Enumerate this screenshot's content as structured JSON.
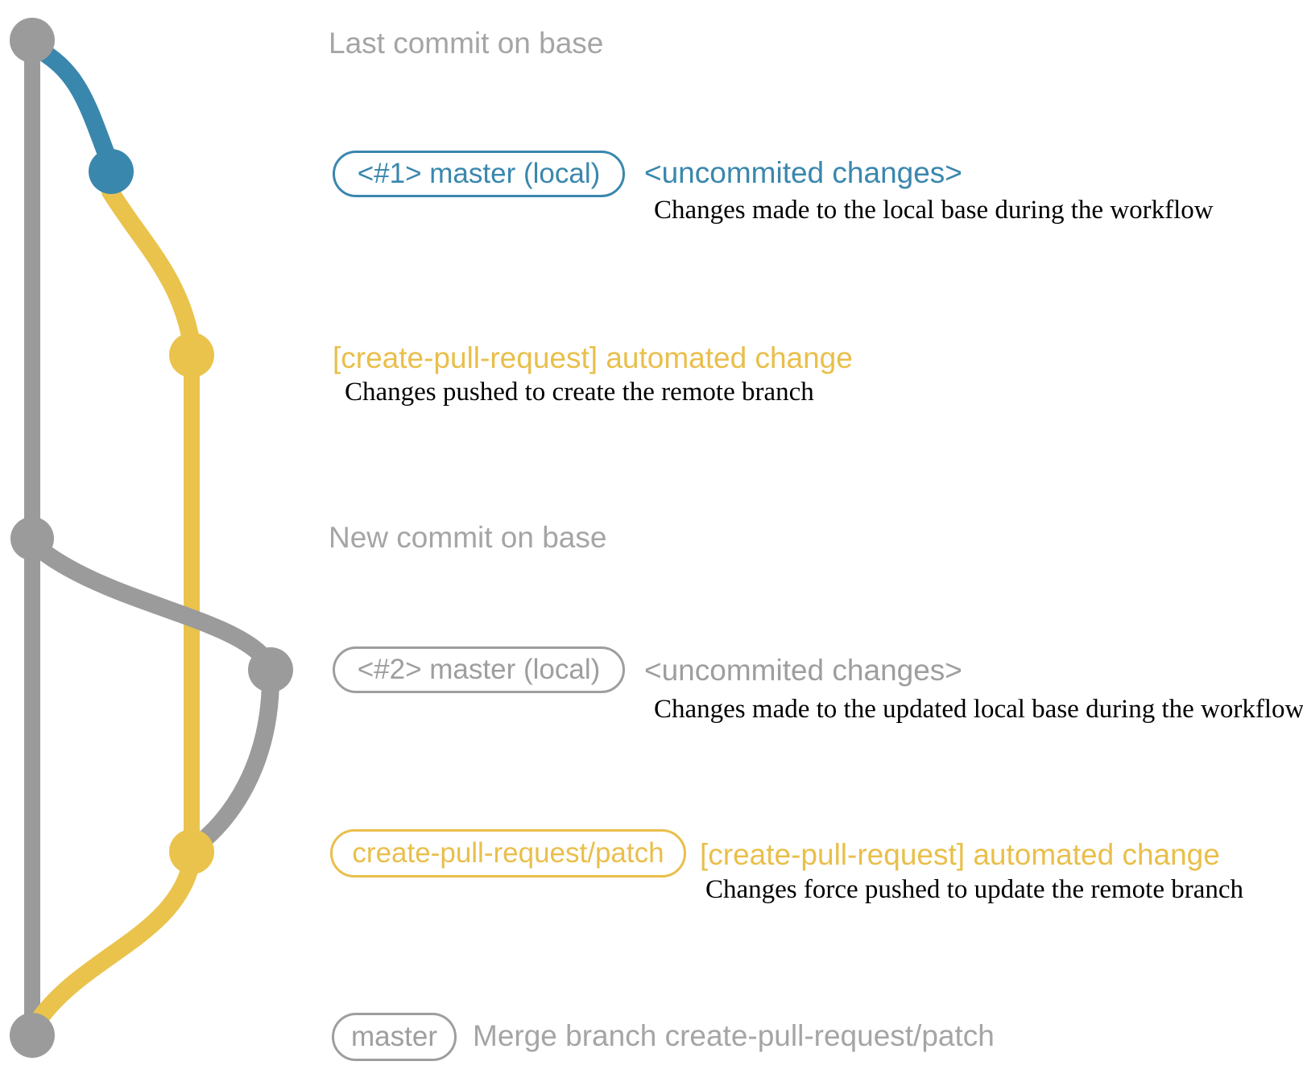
{
  "colors": {
    "gray": "#9b9b9b",
    "gray_label": "#a5a5a5",
    "blue": "#3a87ad",
    "yellow": "#eac34d",
    "description_text": "#000000",
    "background": "#ffffff"
  },
  "graph": {
    "branches": [
      {
        "name": "base",
        "color": "#9b9b9b"
      },
      {
        "name": "master-local",
        "color": "#3a87ad"
      },
      {
        "name": "create-pull-request/patch",
        "color": "#eac34d"
      }
    ],
    "commits": [
      {
        "id": "last-commit-on-base",
        "branch": "base",
        "color": "#9b9b9b"
      },
      {
        "id": "uncommitted-changes-1",
        "branch": "master-local",
        "color": "#3a87ad"
      },
      {
        "id": "automated-change-1",
        "branch": "create-pull-request/patch",
        "color": "#eac34d"
      },
      {
        "id": "new-commit-on-base",
        "branch": "base",
        "color": "#9b9b9b"
      },
      {
        "id": "uncommitted-changes-2",
        "branch": "master-local-2",
        "color": "#9b9b9b"
      },
      {
        "id": "automated-change-2",
        "branch": "create-pull-request/patch",
        "color": "#eac34d"
      },
      {
        "id": "merge-commit",
        "branch": "base",
        "color": "#9b9b9b"
      }
    ]
  },
  "rows": {
    "r1": {
      "label": "Last commit on base"
    },
    "r2": {
      "tag": "<#1> master (local)",
      "message": "<uncommited changes>",
      "description": "Changes made to the local base during the workflow"
    },
    "r3": {
      "message": "[create-pull-request] automated change",
      "description": "Changes pushed to create the remote branch"
    },
    "r4": {
      "label": "New commit on base"
    },
    "r5": {
      "tag": "<#2> master (local)",
      "message": "<uncommited changes>",
      "description": "Changes made to the updated local base during the workflow"
    },
    "r6": {
      "tag": "create-pull-request/patch",
      "message": "[create-pull-request] automated change",
      "description": "Changes force pushed to update the remote branch"
    },
    "r7": {
      "tag": "master",
      "message": "Merge branch create-pull-request/patch"
    }
  }
}
